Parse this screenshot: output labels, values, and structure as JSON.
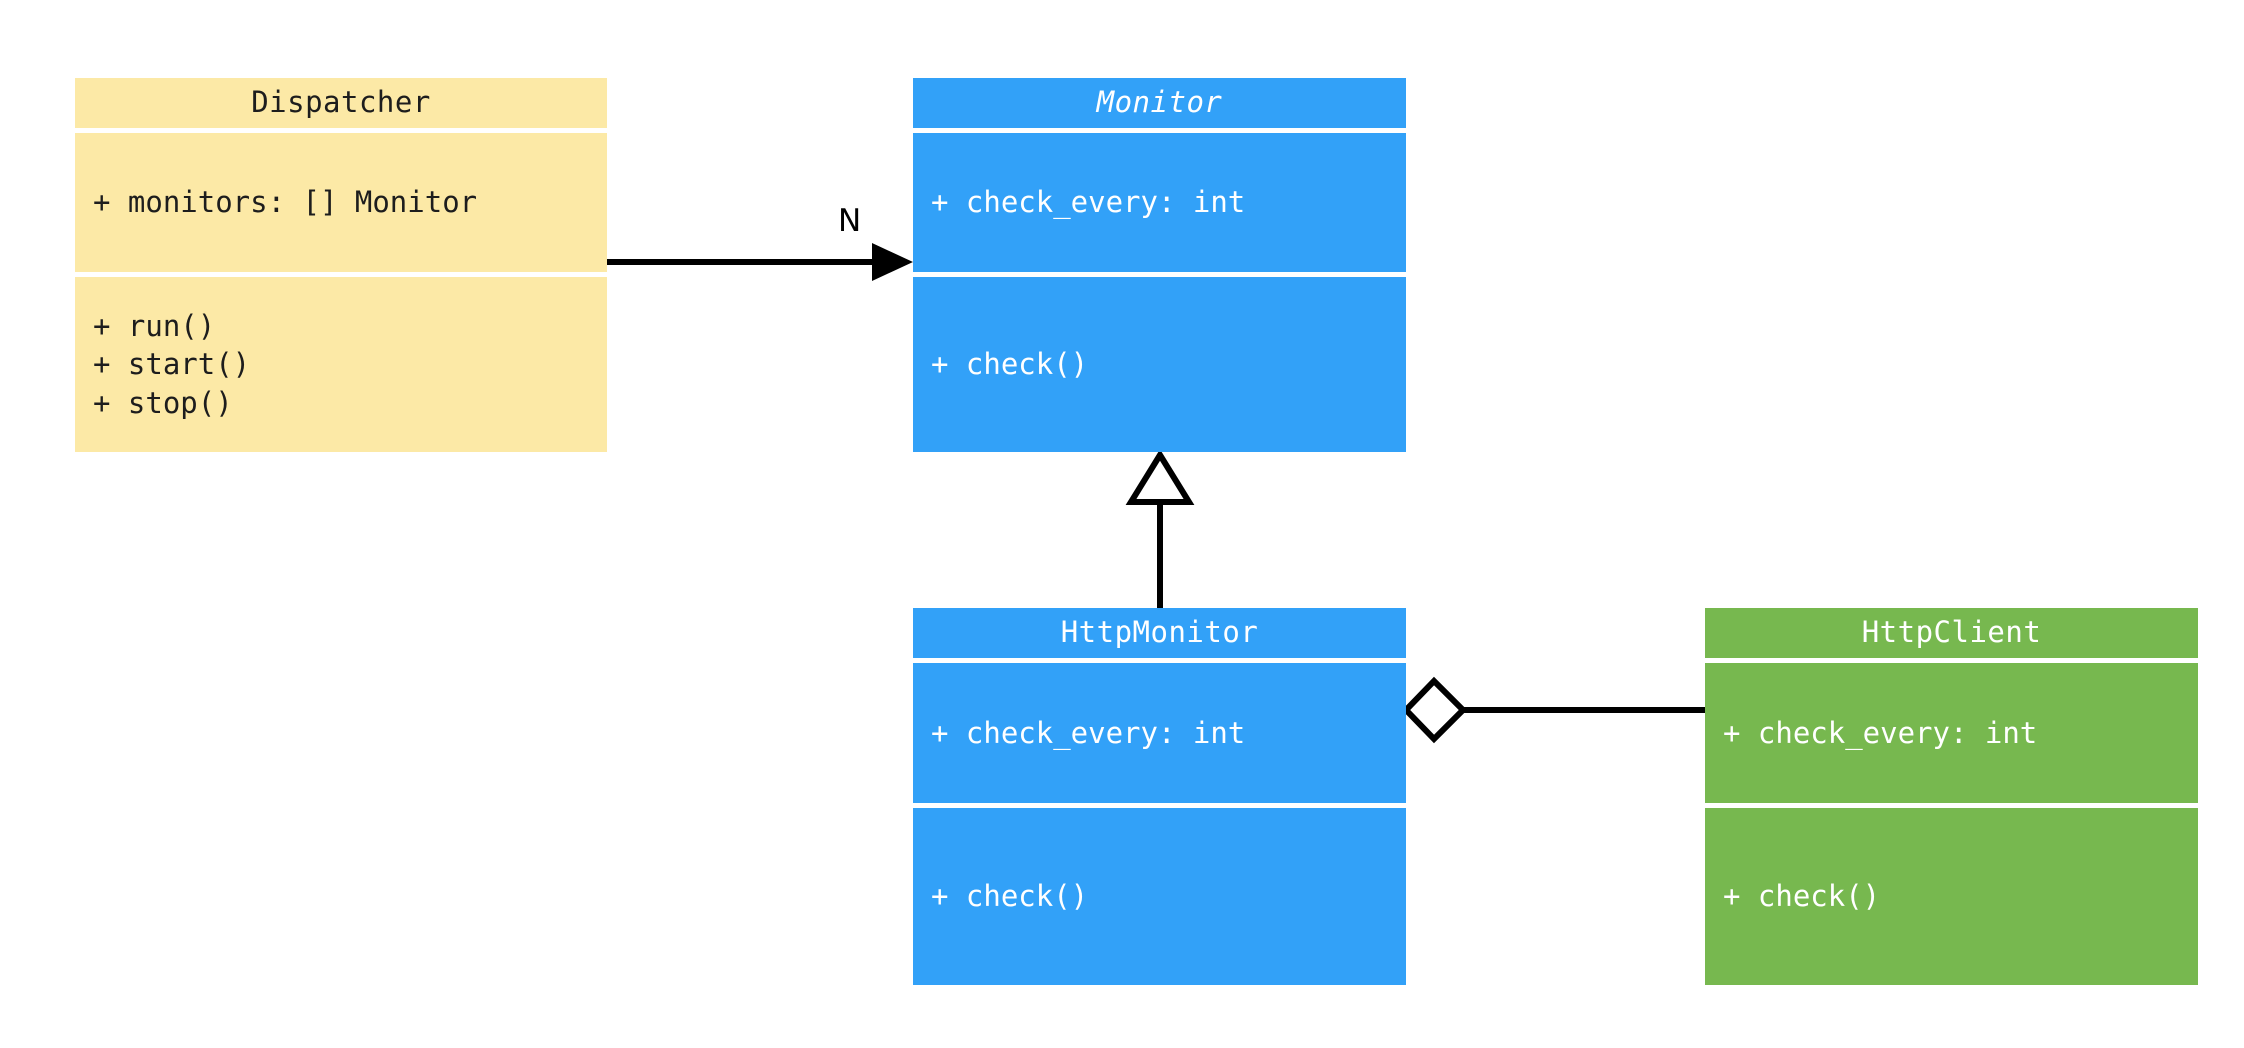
{
  "diagram": {
    "kind": "uml-class-diagram",
    "background": "#ffffff",
    "palette": {
      "yellow": "#fce9a6",
      "blue": "#32a1f8",
      "green": "#77b84f",
      "line": "#000000",
      "dark_text": "#1d1d1d",
      "light_text": "#ffffff"
    }
  },
  "classes": {
    "dispatcher": {
      "name": "Dispatcher",
      "abstract": false,
      "color": "#fce9a6",
      "attributes": [
        "+ monitors: [] Monitor"
      ],
      "methods": [
        "+ run()",
        "+ start()",
        "+ stop()"
      ]
    },
    "monitor": {
      "name": "Monitor",
      "abstract": true,
      "color": "#32a1f8",
      "attributes": [
        "+ check_every: int"
      ],
      "methods": [
        "+ check()"
      ]
    },
    "http_monitor": {
      "name": "HttpMonitor",
      "abstract": false,
      "color": "#32a1f8",
      "attributes": [
        "+ check_every: int"
      ],
      "methods": [
        "+ check()"
      ]
    },
    "http_client": {
      "name": "HttpClient",
      "abstract": false,
      "color": "#77b84f",
      "attributes": [
        "+ check_every: int"
      ],
      "methods": [
        "+ check()"
      ]
    }
  },
  "relationships": {
    "dispatcher_to_monitor": {
      "type": "association",
      "arrowhead": "filled-triangle",
      "from": "Dispatcher",
      "to": "Monitor",
      "label": "N"
    },
    "http_monitor_to_monitor": {
      "type": "generalization",
      "arrowhead": "hollow-triangle",
      "from": "HttpMonitor",
      "to": "Monitor",
      "label": ""
    },
    "http_monitor_to_http_client": {
      "type": "aggregation",
      "arrowhead": "hollow-diamond",
      "from": "HttpMonitor",
      "to": "HttpClient",
      "label": ""
    }
  }
}
